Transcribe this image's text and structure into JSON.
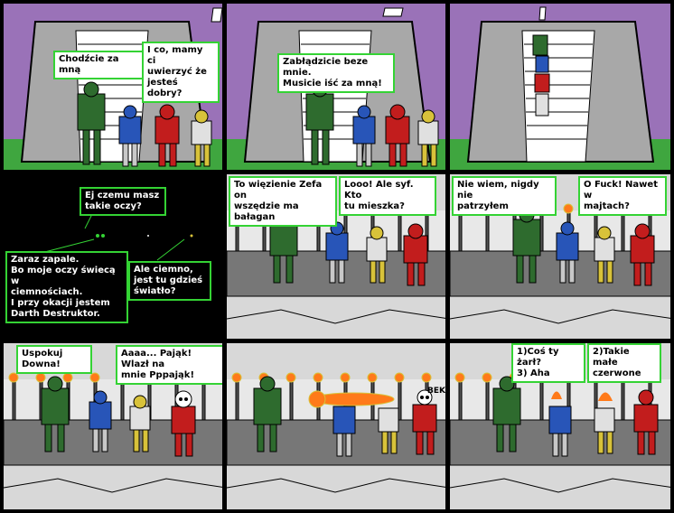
{
  "colors": {
    "bubble_border": "#34d334",
    "sky": "#9a72b8",
    "tunnel": "#a8a8a8",
    "grass": "#3fa63f",
    "flame": "#ff7a1a"
  },
  "panels": [
    {
      "id": 1,
      "bubbles": [
        "Chodźcie za mną",
        "I co, mamy ci\nuwierzyć że\njesteś dobry?"
      ]
    },
    {
      "id": 2,
      "bubbles": [
        "Zabłądzicie beze mnie.\nMusicie iść za mną!"
      ]
    },
    {
      "id": 3,
      "bubbles": []
    },
    {
      "id": 4,
      "bubbles": [
        "Ej czemu masz\ntakie oczy?",
        "Zaraz zapale.\nBo moje oczy świecą w\nciemnościach.\nI przy okacji jestem\nDarth Destruktor.",
        "Ale ciemno,\njest tu gdzieś\nświatło?"
      ]
    },
    {
      "id": 5,
      "bubbles": [
        "To więzienie Zefa on\nwszędzie ma bałagan",
        "Looo! Ale syf. Kto\ntu mieszka?"
      ]
    },
    {
      "id": 6,
      "bubbles": [
        "Nie wiem, nigdy nie\npatrzyłem",
        "O Fuck! Nawet w\nmajtach?"
      ]
    },
    {
      "id": 7,
      "bubbles": [
        "Uspokuj Downa!",
        "Aaaa... Pająk! Wlazł na\nmnie Pppająk!"
      ]
    },
    {
      "id": 8,
      "bubbles": [],
      "sfx": "BEK"
    },
    {
      "id": 9,
      "bubbles": [
        "1)Coś ty żarł?\n3) Aha",
        "2)Takie małe\nczerwone"
      ]
    }
  ]
}
